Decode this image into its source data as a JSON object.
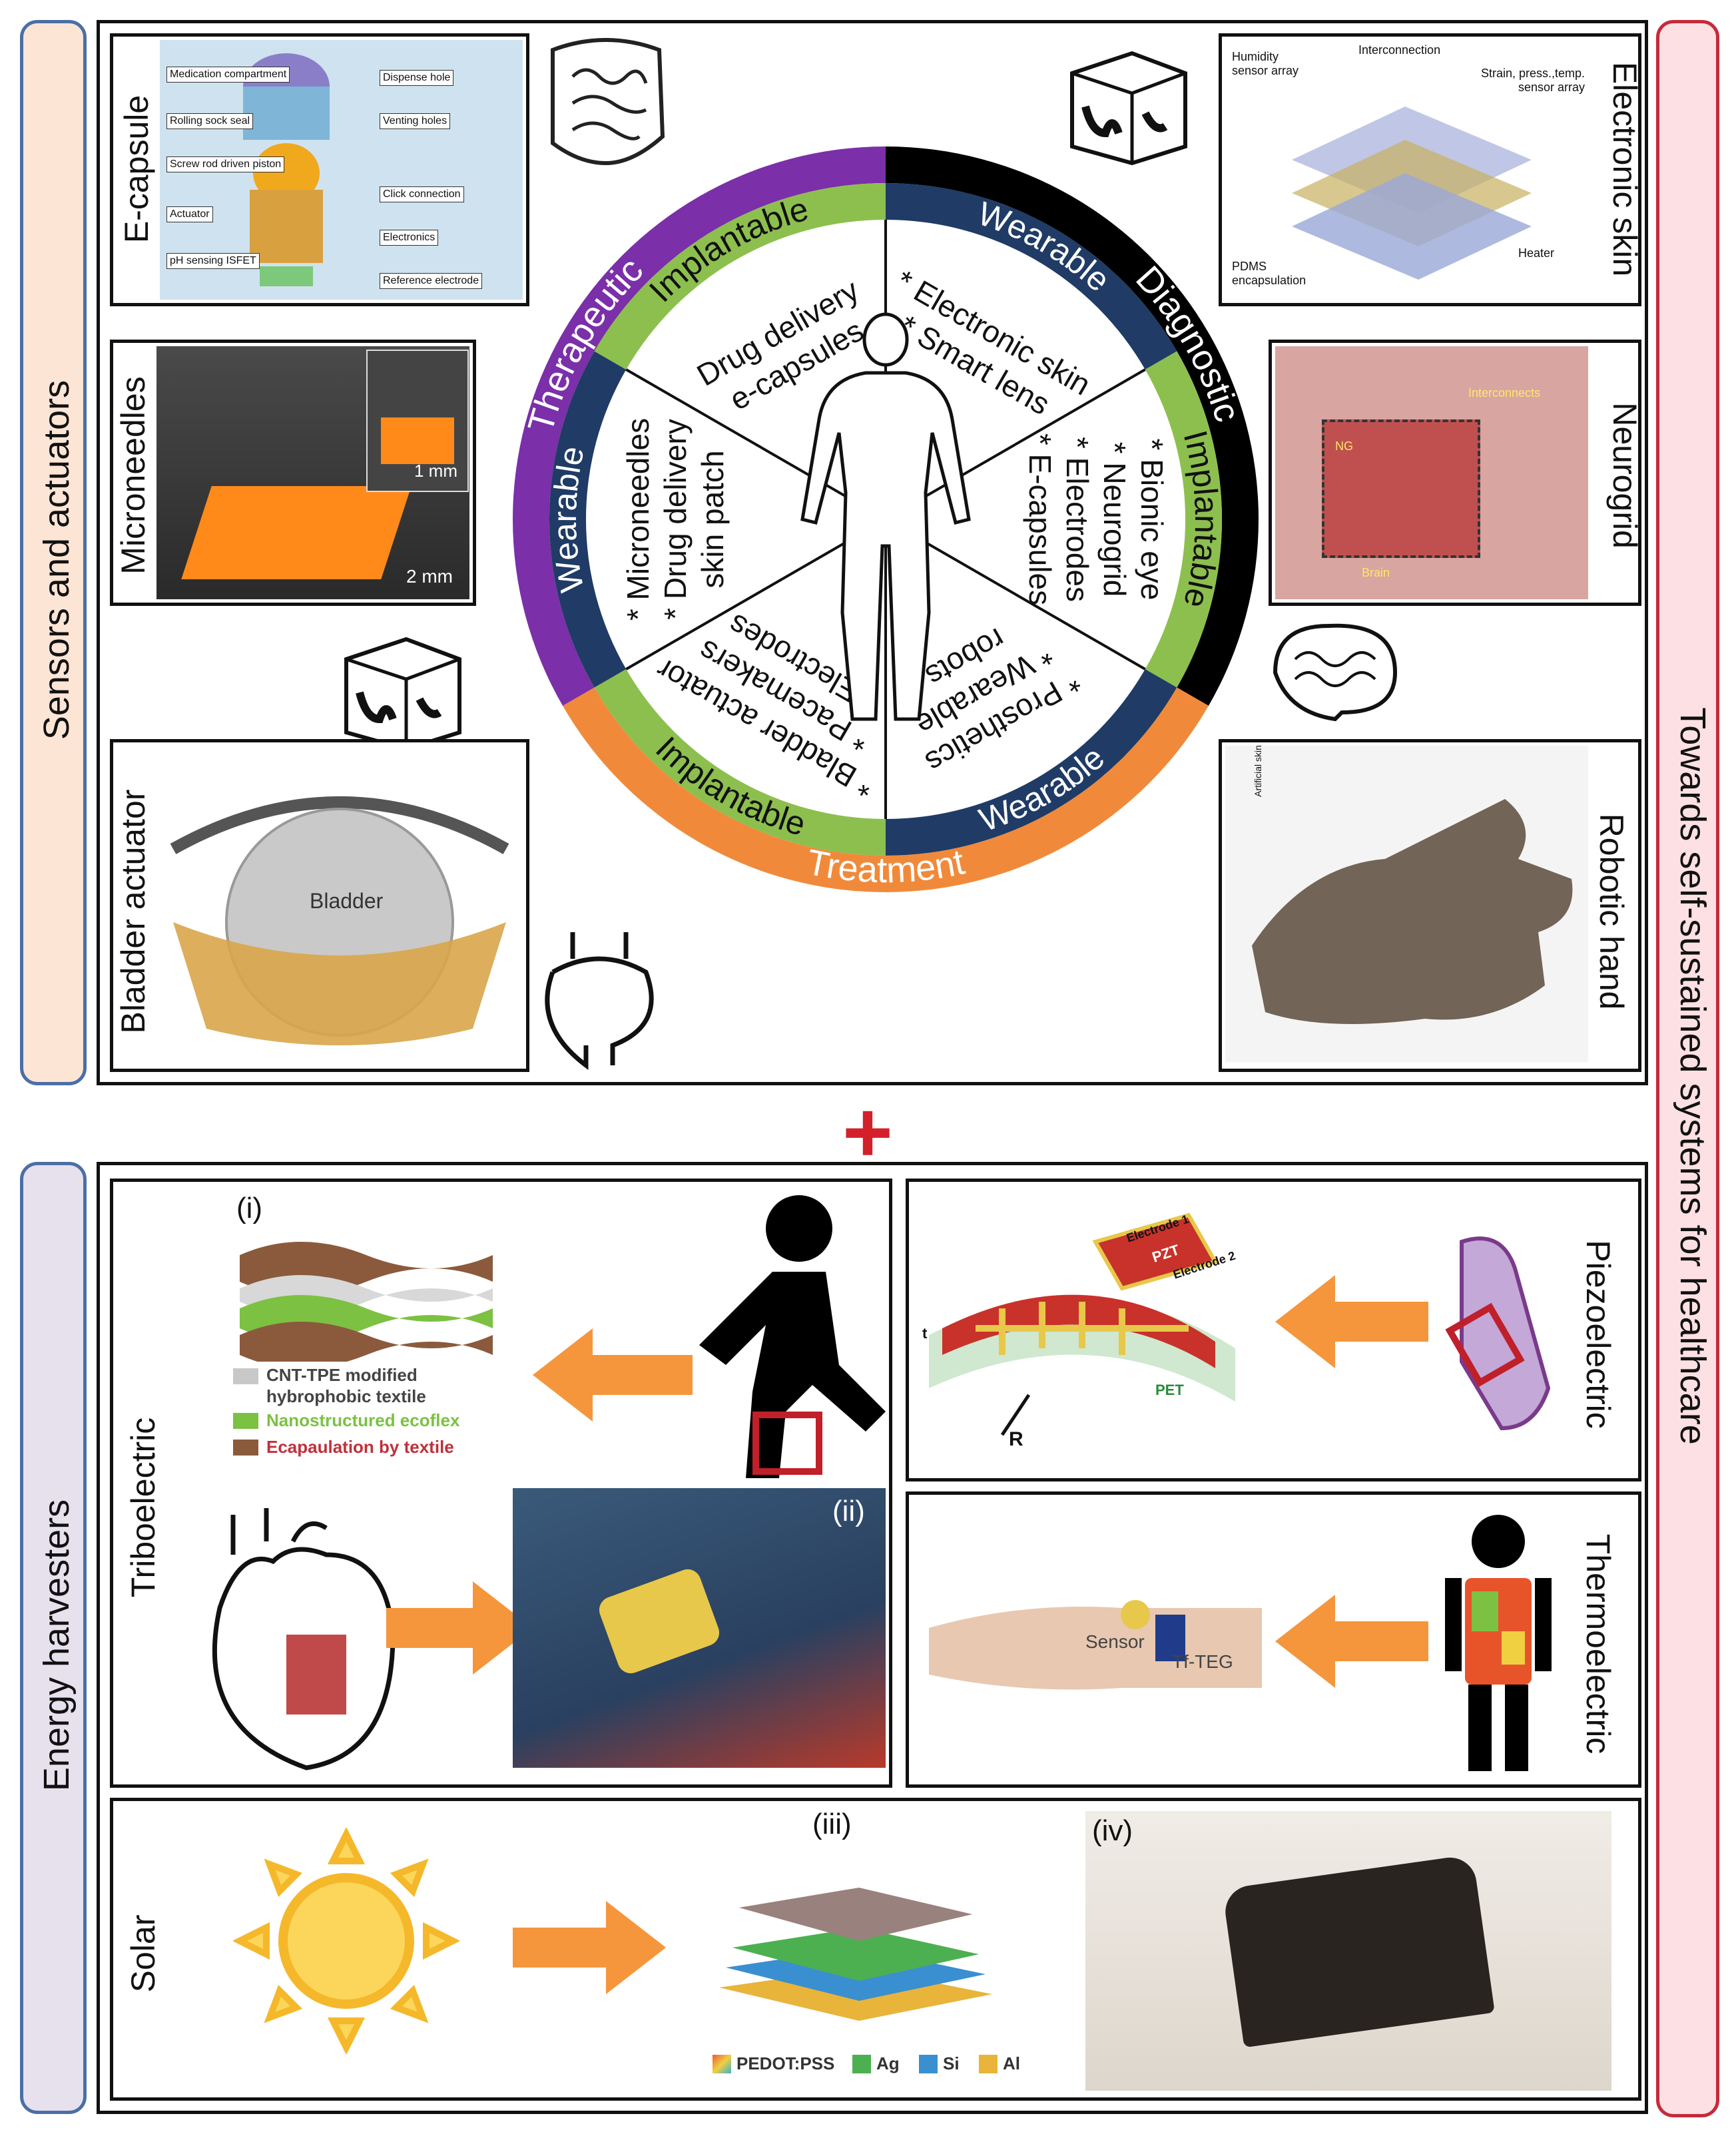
{
  "side_labels": {
    "sensors": "Sensors and actuators",
    "energy": "Energy harvesters",
    "towards": "Towards self-sustained systems for healthcare"
  },
  "plus": "+",
  "wheel": {
    "therapeutic": "Therapeutic",
    "diagnostic": "Diagnostic",
    "treatment": "Treatment",
    "implantable": "Implantable",
    "wearable": "Wearable",
    "therapeutic_implantable_items": [
      "Drug delivery",
      "e-capsules"
    ],
    "therapeutic_wearable_items": [
      "* Microneedles",
      "* Drug delivery",
      "skin patch"
    ],
    "diagnostic_wearable_items": [
      "* Electronic skin",
      "* Smart lens"
    ],
    "diagnostic_implantable_items": [
      "* Bionic eye",
      "* Neurogrid",
      "* Electrodes",
      "* E-capsules"
    ],
    "treatment_wearable_items": [
      "* Prosthetics",
      "* Wearable",
      "robots"
    ],
    "treatment_implantable_items": [
      "* Bladder actuator",
      "* Pacemakers",
      "* Electrodes"
    ]
  },
  "panels": {
    "ecapsule": {
      "title": "E-capsule",
      "labels": [
        "Medication compartment",
        "Dispense hole",
        "Rolling sock seal",
        "Venting holes",
        "Screw rod driven piston",
        "Click connection",
        "Actuator",
        "Electronics",
        "pH sensing ISFET",
        "Reference electrode"
      ]
    },
    "microneedles": {
      "title": "Microneedles",
      "scale1": "1 mm",
      "scale2": "2 mm"
    },
    "bladder": {
      "title": "Bladder actuator",
      "label": "Bladder"
    },
    "eskin": {
      "title": "Electronic skin",
      "labels": [
        "Humidity sensor array",
        "Interconnection",
        "Strain, press.,temp. sensor array",
        "Heater",
        "PDMS encapsulation"
      ]
    },
    "neurogrid": {
      "title": "Neurogrid",
      "labels": [
        "Interconnects",
        "NG",
        "Brain"
      ]
    },
    "robotic": {
      "title": "Robotic hand",
      "label": "Artificial skin"
    }
  },
  "energy": {
    "tribo": {
      "title": "Triboelectric",
      "i": "(i)",
      "ii": "(ii)",
      "legend": [
        "CNT-TPE modified",
        "hybrophobic textile",
        "Nanostructured ecoflex",
        "Ecapaulation by textile"
      ],
      "legend_colors": [
        "#c8c8c8",
        "#7cc142",
        "#8b5a3c"
      ]
    },
    "piezo": {
      "title": "Piezoelectric",
      "labels": [
        "Electrode 1",
        "PZT",
        "Electrode 2",
        "t",
        "R",
        "PET"
      ]
    },
    "thermo": {
      "title": "Thermoelectric",
      "labels": [
        "Sensor",
        "Tf-TEG"
      ]
    },
    "solar": {
      "title": "Solar",
      "iii": "(iii)",
      "iv": "(iv)",
      "legend": [
        "PEDOT:PSS",
        "Ag",
        "Si",
        "Al"
      ],
      "legend_colors": [
        "#e85c3a",
        "#4cb050",
        "#3a8fd0",
        "#e8b43a"
      ]
    }
  },
  "colors": {
    "purple": "#7b2fa8",
    "green": "#8dbf4e",
    "navy": "#1f3b66",
    "black": "#000000",
    "orange": "#f08a3a",
    "arrow": "#f5963c",
    "sensors_bg": "#fde5d6",
    "energy_bg": "#e7e1ee",
    "towards_bg": "#fce0e3"
  }
}
